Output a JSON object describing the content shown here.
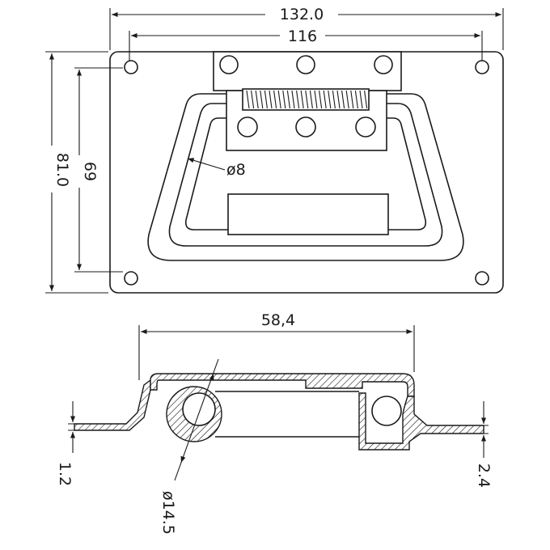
{
  "dimensions": {
    "overall_width": "132.0",
    "hole_spacing_width": "116",
    "overall_height": "81.0",
    "hole_spacing_height": "69",
    "handle_diameter": "ø8",
    "section_width": "58,4",
    "plate_thickness": "1.2",
    "step_thickness": "2.4",
    "roll_diameter": "ø14.5"
  }
}
